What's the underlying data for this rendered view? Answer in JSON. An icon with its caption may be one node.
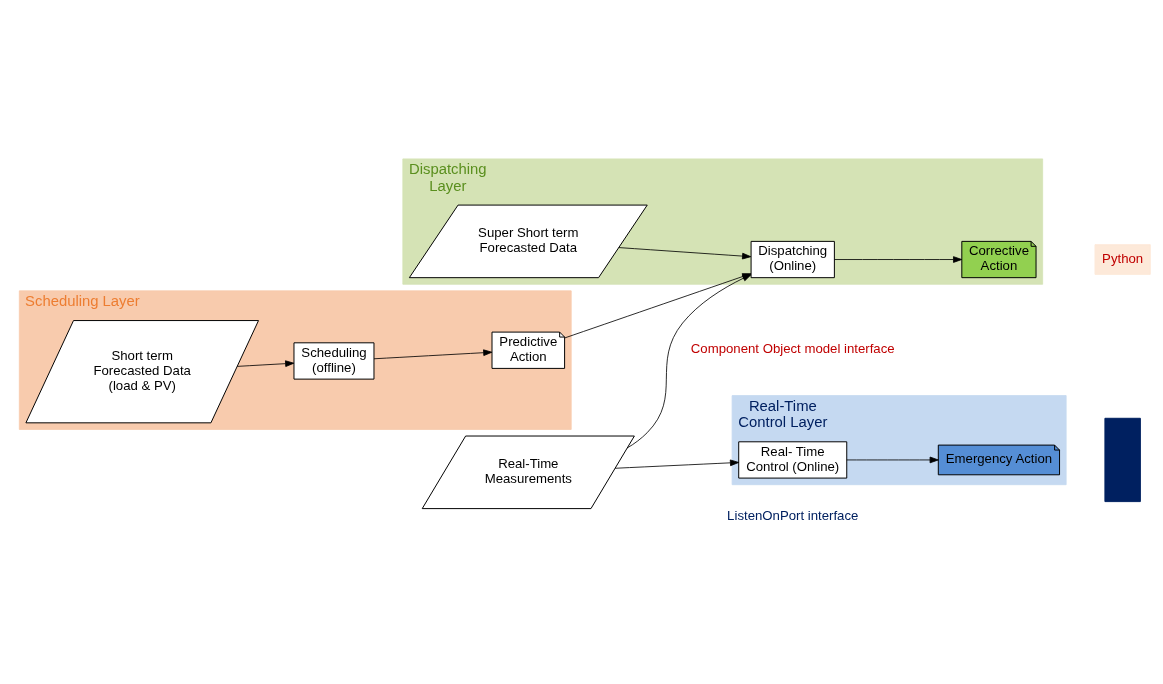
{
  "diagram": {
    "nodes": [
      {
        "text": [
          "Scheduling Layer"
        ]
      },
      {
        "text": [
          "Short term Forecasted Data (load & PV)"
        ],
        "in": 0
      },
      {
        "text": [
          "Scheduling (offline)"
        ],
        "in": 0
      },
      {
        "text": [
          "Predictive Action"
        ],
        "in": 0
      },
      {
        "text": [
          "Dispatching Layer"
        ]
      },
      {
        "text": [
          "Super Short term Forecasted Data"
        ],
        "in": 4
      },
      {
        "text": [
          "Dispatching (Online)"
        ],
        "in": 4
      },
      {
        "text": [
          "Corrective Action"
        ],
        "in": 4
      },
      {
        "text": [
          "Real-Time Measurements"
        ]
      },
      {
        "text": [
          "Real-Time Control Layer"
        ]
      },
      {
        "text": [
          "Real- Time Control (Online)"
        ],
        "in": 9
      },
      {
        "text": [
          "Emergency Action"
        ],
        "in": 9
      },
      {
        "text": [
          "Python"
        ]
      },
      {
        "text": [],
        "shape": "box"
      }
    ],
    "edges": [
      {
        "from": 1,
        "to": 2,
        "arrow": "to"
      },
      {
        "from": 2,
        "to": 3,
        "arrow": "to"
      },
      {
        "from": 3,
        "to": 6,
        "arrow": "to"
      },
      {
        "from": 5,
        "to": 6,
        "arrow": "to"
      },
      {
        "from": 8,
        "to": 6,
        "arrow": "to"
      },
      {
        "from": 8,
        "to": 10,
        "arrow": "to"
      },
      {
        "from": 6,
        "to": 7,
        "arrow": "to"
      },
      {
        "from": 10,
        "to": 11,
        "arrow": "to"
      }
    ],
    "labels": [
      "Component Object model interface",
      "ListenOnPort interface"
    ]
  }
}
